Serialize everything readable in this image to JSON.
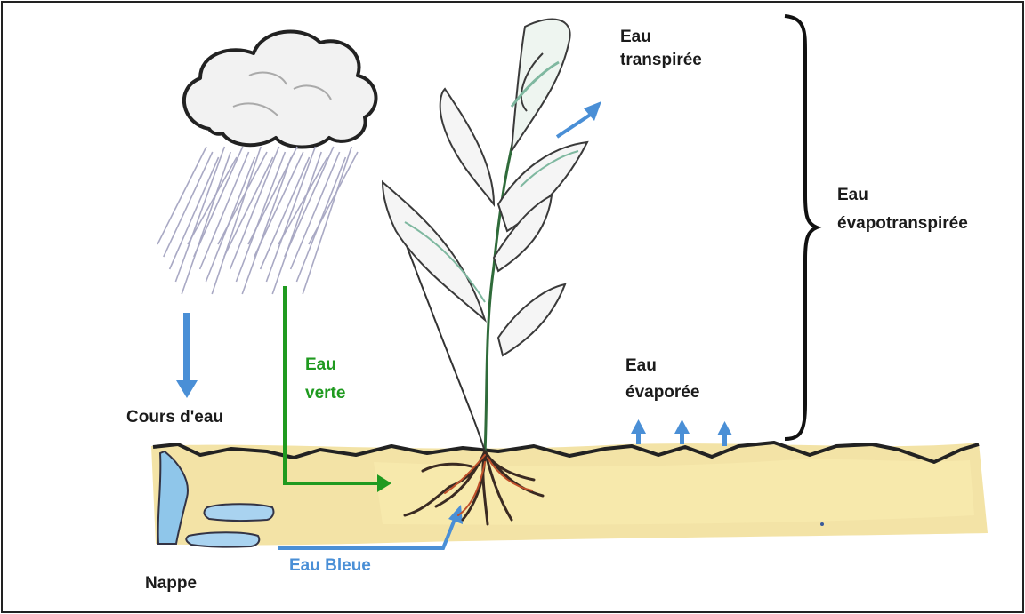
{
  "labels": {
    "eau_transpiree": [
      "Eau",
      "transpirée"
    ],
    "eau_evapotranspiree": [
      "Eau",
      "évapotranspirée"
    ],
    "eau_evaporee": [
      "Eau",
      "évaporée"
    ],
    "eau_verte": [
      "Eau",
      "verte"
    ],
    "cours_d_eau": "Cours d'eau",
    "nappe": "Nappe",
    "eau_bleue": "Eau Bleue"
  },
  "colors": {
    "green_water": "#1f9a1f",
    "blue_water": "#4a8fd6",
    "soil": "#f3e3a6",
    "groundwater": "#8fc6ea",
    "rain": "#a9a9c4",
    "ink": "#1b1b1b"
  },
  "icons": [
    "cloud-icon",
    "rain-icon",
    "plant-icon",
    "roots-icon",
    "brace-icon"
  ]
}
